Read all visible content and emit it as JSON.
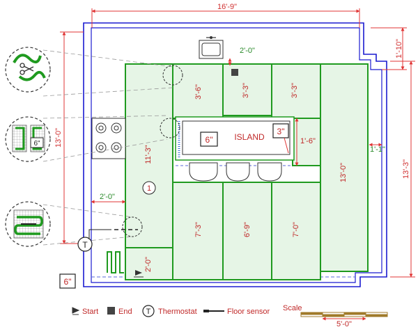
{
  "dimensions": {
    "overall_width": "16'-9\"",
    "overall_height_left": "13'-0\"",
    "overall_height_right": "13'-3\"",
    "top_right_offset": "1'-10\"",
    "sink_clearance": "2'-0\"",
    "left_clearance": "2'-0\"",
    "island_right_gap": "1'-6\"",
    "right_strip": "1'-1\""
  },
  "zones": {
    "z1": "3'-6\"",
    "z2": "3'-3\"",
    "z3": "3'-3\"",
    "z4": "11'-3\"",
    "z5": "13'-0\"",
    "z6": "7'-3\"",
    "z7": "6'-9\"",
    "z8": "7'-0\"",
    "z9": "2'-0\""
  },
  "island": {
    "label": "ISLAND",
    "left_box": "6\"",
    "right_box": "3\""
  },
  "zone_number": "1",
  "callouts": {
    "bottom_box": "6\"",
    "detail_box": "6\""
  },
  "legend": {
    "start": "Start",
    "end": "End",
    "thermostat": "Thermostat",
    "thermostat_symbol": "T",
    "floor_sensor": "Floor sensor",
    "scale_label": "Scale",
    "scale_value": "5'-0\""
  },
  "colors": {
    "wall": "#1a1ad0",
    "heating_zone": "#1f9a1f",
    "heating_fill": "#e6f5e6",
    "dimension": "#e03434",
    "scale_bar": "#a07a2a"
  },
  "icons": [
    "scissors-icon",
    "sink-icon",
    "stove-burner-icon",
    "bar-stool-icon",
    "thermostat-icon",
    "floor-sensor-icon"
  ]
}
